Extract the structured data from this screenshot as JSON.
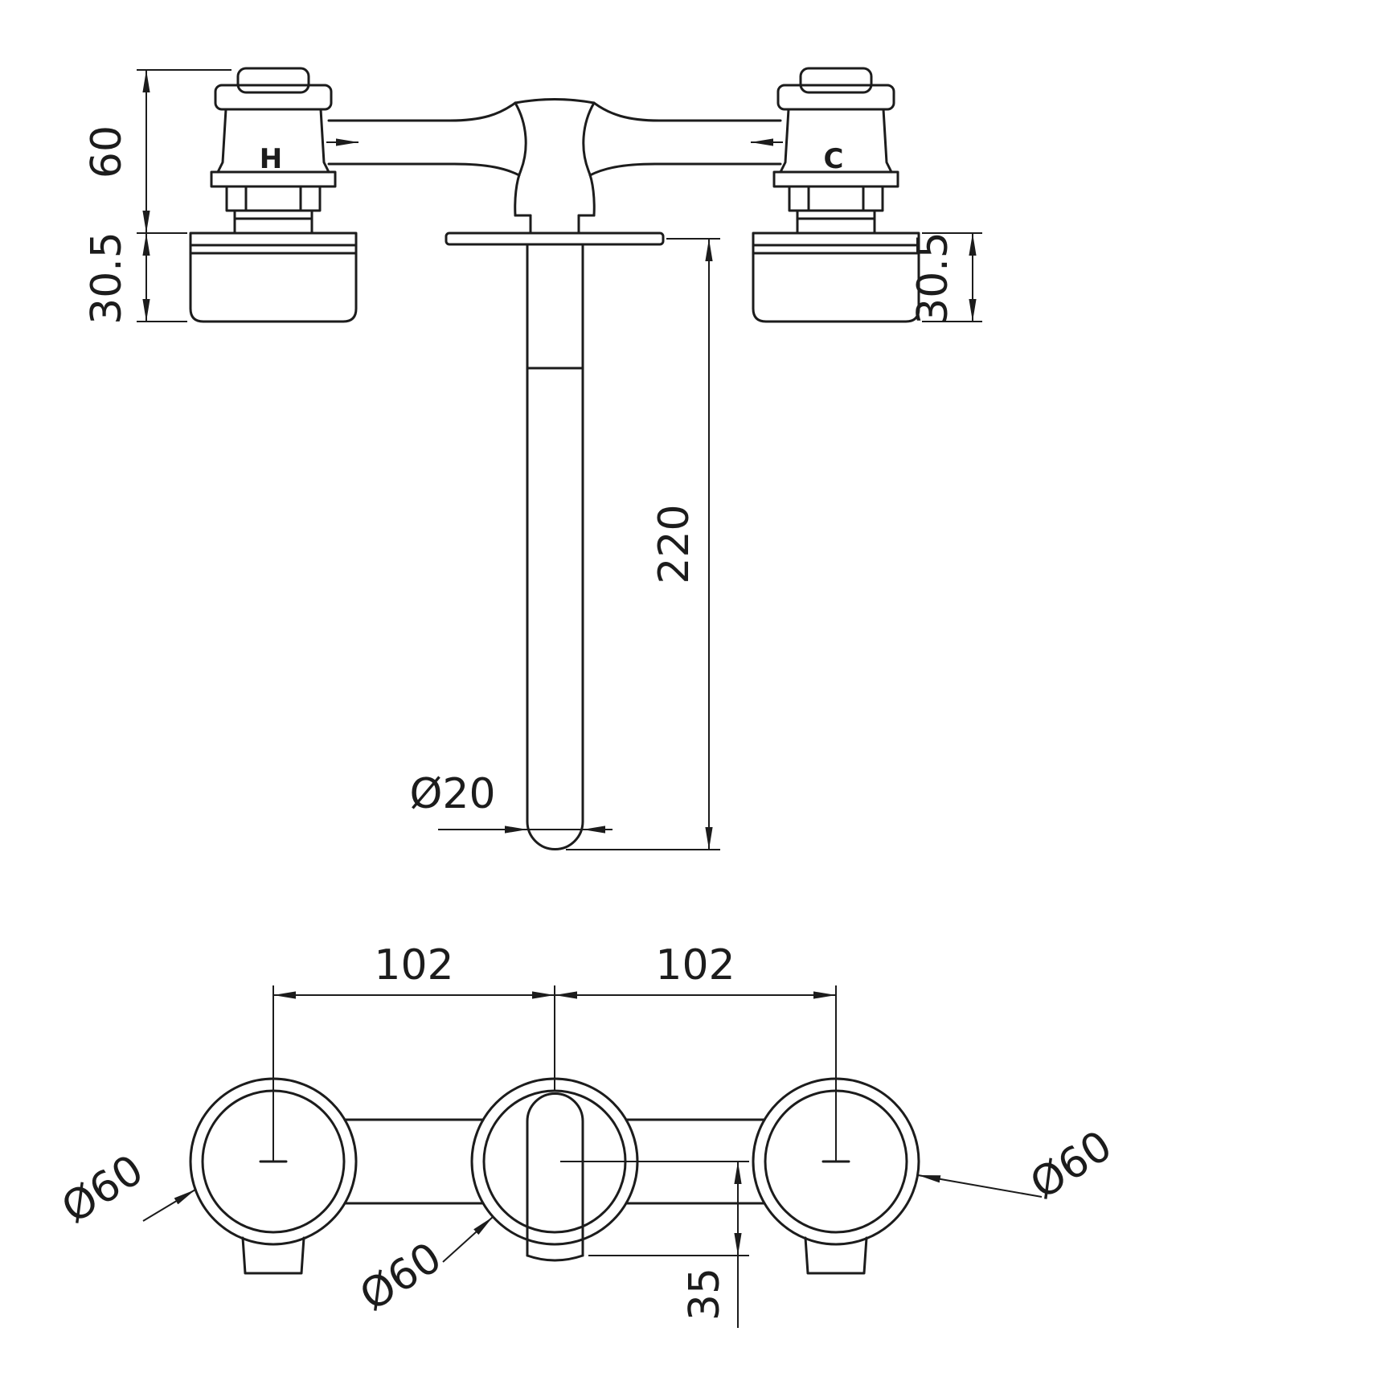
{
  "drawing": {
    "labels": {
      "hot": "H",
      "cold": "C"
    },
    "front": {
      "body_height": "60",
      "flange_depth_left": "30.5",
      "flange_depth_right": "30.5",
      "spout_length": "220",
      "spout_diameter": "Ø20"
    },
    "plan": {
      "pitch_left": "102",
      "pitch_right": "102",
      "spout_drop": "35",
      "flange_dia_left": "Ø60",
      "flange_dia_center": "Ø60",
      "flange_dia_right": "Ø60"
    }
  }
}
